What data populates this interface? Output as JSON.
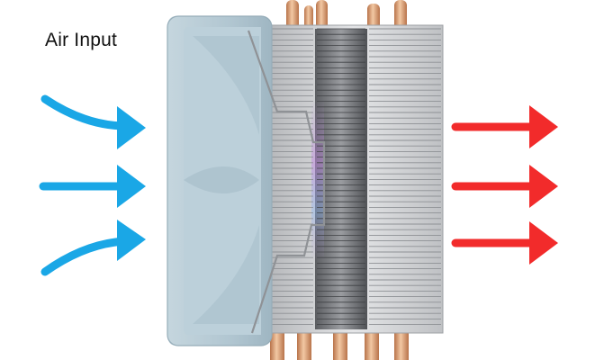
{
  "labels": {
    "air_input": "Air Input"
  },
  "colors": {
    "intake_arrow": "#1aa7e6",
    "exhaust_arrow": "#f22b2b",
    "fan_frame": "#b9ced8",
    "heatsink_fin": "#c9cbcd",
    "heatpipe": "#d79a6c"
  },
  "icons": {
    "intake": "arrow-right-icon",
    "exhaust": "arrow-right-icon"
  },
  "arrows": {
    "intake_count": 3,
    "exhaust_count": 3
  }
}
